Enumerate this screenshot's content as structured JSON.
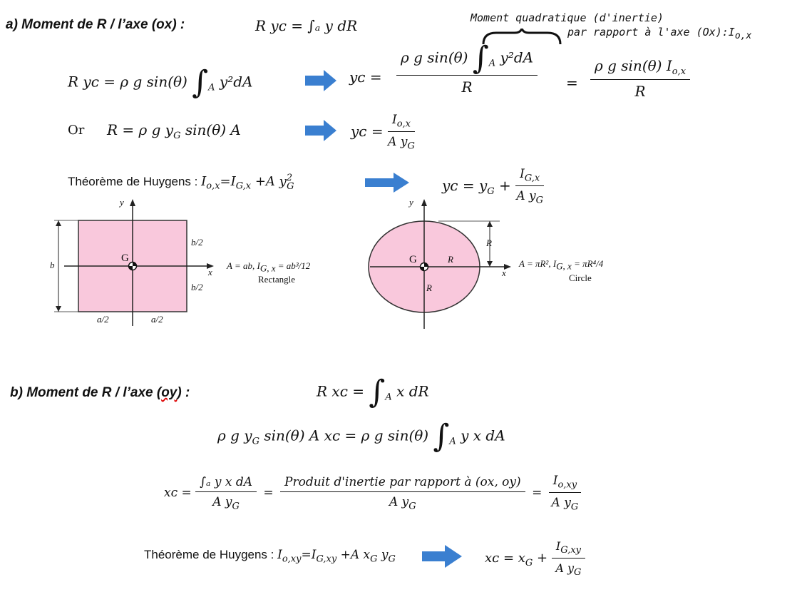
{
  "section_a": {
    "title": "a) Moment de R / l’axe (ox) :",
    "eq1": "R yᴄ = ∫ₐ y dR",
    "brace_line1": "Moment quadratique (d'inertie)",
    "brace_line2": "par rapport à l'axe (Ox):I",
    "brace_sub": "o,x",
    "eq2_left": "R yᴄ =  ρ g sin(θ)",
    "eq2_integrand": "y²dA",
    "eq2_mid_lhs": "yᴄ =",
    "eq2_num": "ρ g sin(θ)",
    "eq2_num_integrand": "y²dA",
    "eq2_den": "R",
    "eq2_rhs_num": "ρ g sin(θ)  I",
    "eq2_rhs_num_sub": "o,x",
    "eq2_rhs_den": "R",
    "or_label": "Or",
    "eq3": "R  =  ρ g y",
    "eq3_sub": "G",
    "eq3_tail": "sin(θ)  A",
    "eq3_res_lhs": "yᴄ =",
    "eq3_res_num": "I",
    "eq3_res_num_sub": "o,x",
    "eq3_res_den": "A y",
    "eq3_res_den_sub": "G",
    "huygens_label": "Théorème de Huygens : ",
    "huygens_eq": "I",
    "huygens_eq_sub1": "o,x",
    "huygens_eq_mid": "=I",
    "huygens_eq_sub2": "G,x",
    "huygens_eq_tail": " +A y",
    "huygens_eq_sup": "2",
    "huygens_eq_sub3": "G",
    "huygens_res_lhs": "yᴄ = y",
    "huygens_res_lhs_sub": "G",
    "huygens_res_plus": "+",
    "huygens_res_num": "I",
    "huygens_res_num_sub": "G,x",
    "huygens_res_den": "A y",
    "huygens_res_den_sub": "G"
  },
  "figure_rect": {
    "y_axis": "y",
    "x_axis": "x",
    "b": "b",
    "b_half_top": "b/2",
    "b_half_bottom": "b/2",
    "a_half_left": "a/2",
    "a_half_right": "a/2",
    "center": "G",
    "formula": "A = ab,  I",
    "formula_sub": "G, x",
    "formula_tail": " = ab³/12",
    "caption": "Rectangle",
    "fill": "#f9c8dc"
  },
  "figure_circle": {
    "y_axis": "y",
    "x_axis": "x",
    "center": "G",
    "r_top": "R",
    "r_right": "R",
    "r_bottom": "R",
    "formula": "A = πR²,  I",
    "formula_sub": "G, x",
    "formula_tail": " = πR⁴/4",
    "caption": "Circle",
    "fill": "#f9c8dc"
  },
  "section_b": {
    "title_pre": "b) Moment de R / l’axe (",
    "title_under": "oy",
    "title_post": ") :",
    "eq1": "R xᴄ =",
    "eq1_tail": "x dR",
    "eq2_left": "ρ g y",
    "eq2_left_sub": "G",
    "eq2_left_tail": "sin(θ)  A  xᴄ  =  ρ g sin(θ)",
    "eq2_tail": "y x dA",
    "eq3_lhs": "xᴄ =",
    "eq3_num": "∫ₐ y x dA",
    "eq3_den": "A y",
    "eq3_den_sub": "G",
    "eq3_mid_num": "Produit d'inertie par rapport à (ox, oy)",
    "eq3_mid_den": "A y",
    "eq3_mid_den_sub": "G",
    "eq3_rhs_num": "I",
    "eq3_rhs_num_sub": "o,xy",
    "eq3_rhs_den": "A y",
    "eq3_rhs_den_sub": "G",
    "huygens_label": "Théorème de Huygens : ",
    "huygens_eq": "I",
    "huygens_eq_sub1": "o,xy",
    "huygens_eq_mid": "=I",
    "huygens_eq_sub2": "G,xy",
    "huygens_eq_tail": " +A x",
    "huygens_eq_sub3": "G",
    "huygens_eq_tail2": " y",
    "huygens_eq_sub4": "G",
    "huygens_res_lhs": "xᴄ = x",
    "huygens_res_lhs_sub": "G",
    "huygens_res_plus": "+",
    "huygens_res_num": "I",
    "huygens_res_num_sub": "G,xy",
    "huygens_res_den": "A y",
    "huygens_res_den_sub": "G"
  },
  "colors": {
    "arrow": "#3a7fd0",
    "shape_fill": "#f9c8dc"
  }
}
